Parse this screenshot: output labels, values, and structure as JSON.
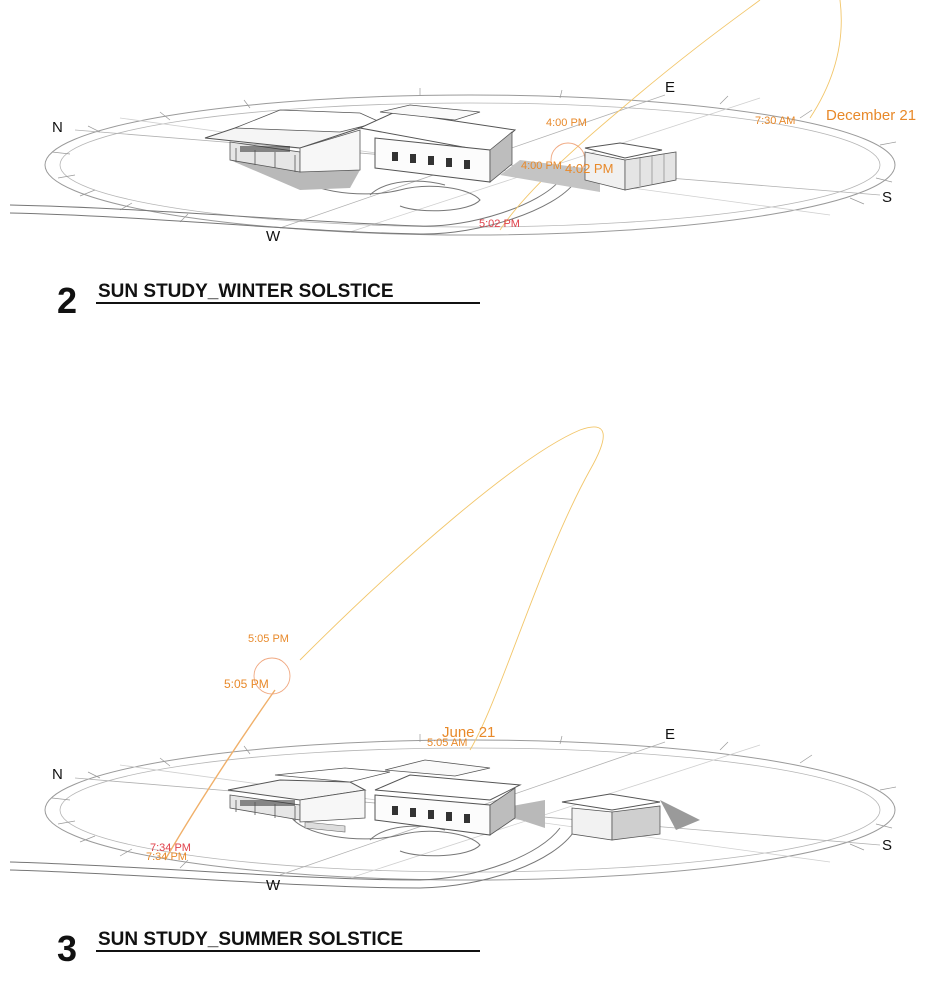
{
  "winter": {
    "view_number": "2",
    "title": "SUN STUDY_WINTER SOLSTICE",
    "date": "December 21",
    "compass": {
      "n": "N",
      "e": "E",
      "s": "S",
      "w": "W"
    },
    "times": {
      "sunrise": "7:30 AM",
      "t1": "4:00 PM",
      "t2": "4:00 PM",
      "t3": "4:02 PM",
      "sunset": "5:02 PM"
    }
  },
  "summer": {
    "view_number": "3",
    "title": "SUN STUDY_SUMMER SOLSTICE",
    "date": "June 21",
    "compass": {
      "n": "N",
      "e": "E",
      "s": "S",
      "w": "W"
    },
    "times": {
      "t1": "5:05 PM",
      "t2": "5:05 PM",
      "sunrise": "5:05 AM",
      "sunset_a": "7:34 PM",
      "sunset_b": "7:34 PM"
    }
  },
  "colors": {
    "sun_path": "#f2c66a",
    "time_label": "#e8892a",
    "sunset_label": "#e0404a",
    "line": "#888888",
    "shadow": "#8a8a8a"
  }
}
